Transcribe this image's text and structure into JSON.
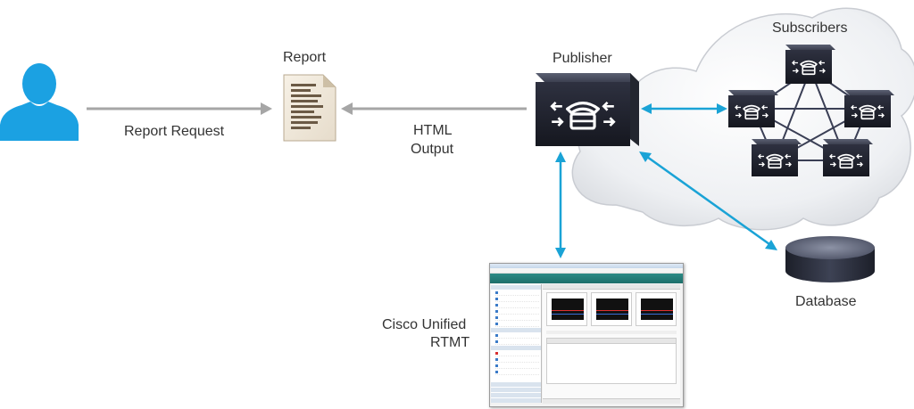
{
  "labels": {
    "report": "Report",
    "report_request": "Report Request",
    "html_output_line1": "HTML",
    "html_output_line2": "Output",
    "publisher": "Publisher",
    "subscribers": "Subscribers",
    "database": "Database",
    "rtmt_line1": "Cisco Unified",
    "rtmt_line2": "RTMT"
  },
  "nodes": {
    "user": "user-icon",
    "report": "document-icon",
    "publisher": "call-manager-server-icon",
    "subscriber": "call-manager-server-icon",
    "database": "database-cylinder-icon",
    "rtmt": "rtmt-application-screenshot",
    "cloud": "cloud-shape"
  },
  "colors": {
    "gray_arrow": "#a6a6a6",
    "blue_arrow": "#1aa3d6",
    "server_dark": "#2a2d3a",
    "mesh_line": "#3a3f55",
    "person_blue": "#1ba1e2",
    "rtmt_banner": "#1d6e6a"
  }
}
